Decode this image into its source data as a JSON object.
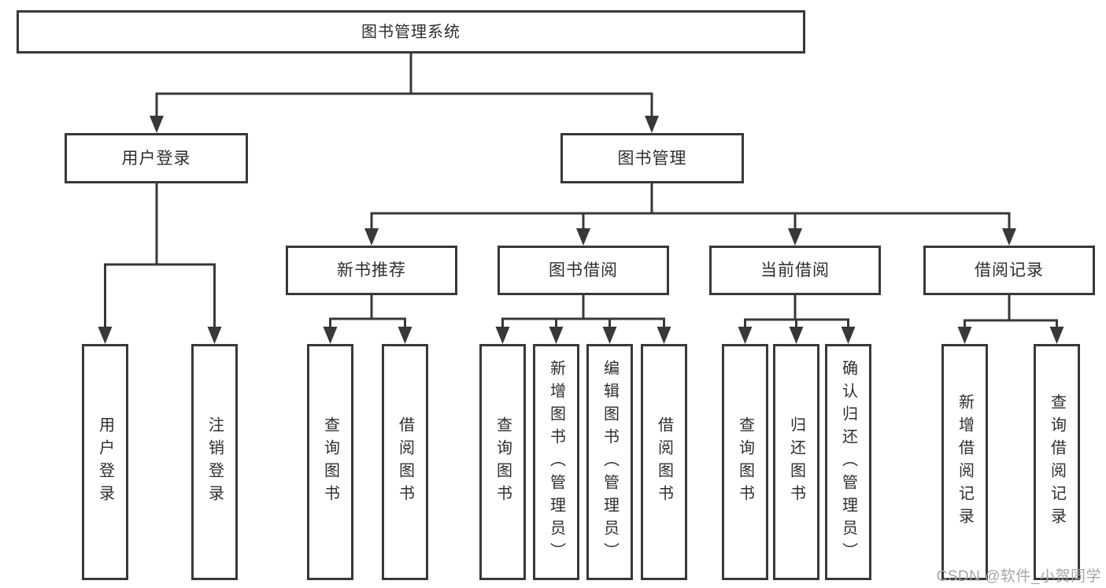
{
  "colors": {
    "line": "#383838",
    "box_border": "#383838",
    "text": "#2e2e2e",
    "watermark_gray": "#a6a6a6",
    "background": "#ffffff"
  },
  "diagram": {
    "root": {
      "label": "图书管理系统"
    },
    "userLogin": {
      "label": "用户登录",
      "children": [
        "用户登录",
        "注销登录"
      ]
    },
    "bookMgmt": {
      "label": "图书管理"
    },
    "newBook": {
      "label": "新书推荐",
      "children": [
        "查询图书",
        "借阅图书"
      ]
    },
    "borrow": {
      "label": "图书借阅",
      "children": [
        "查询图书",
        "新增图书（管理员）",
        "编辑图书（管理员）",
        "借阅图书"
      ]
    },
    "current": {
      "label": "当前借阅",
      "children": [
        "查询图书",
        "归还图书",
        "确认归还（管理员）"
      ]
    },
    "records": {
      "label": "借阅记录",
      "children": [
        "新增借阅记录",
        "查询借阅记录"
      ]
    }
  },
  "watermark": {
    "text": "CSDN @软件_小贺同学"
  }
}
